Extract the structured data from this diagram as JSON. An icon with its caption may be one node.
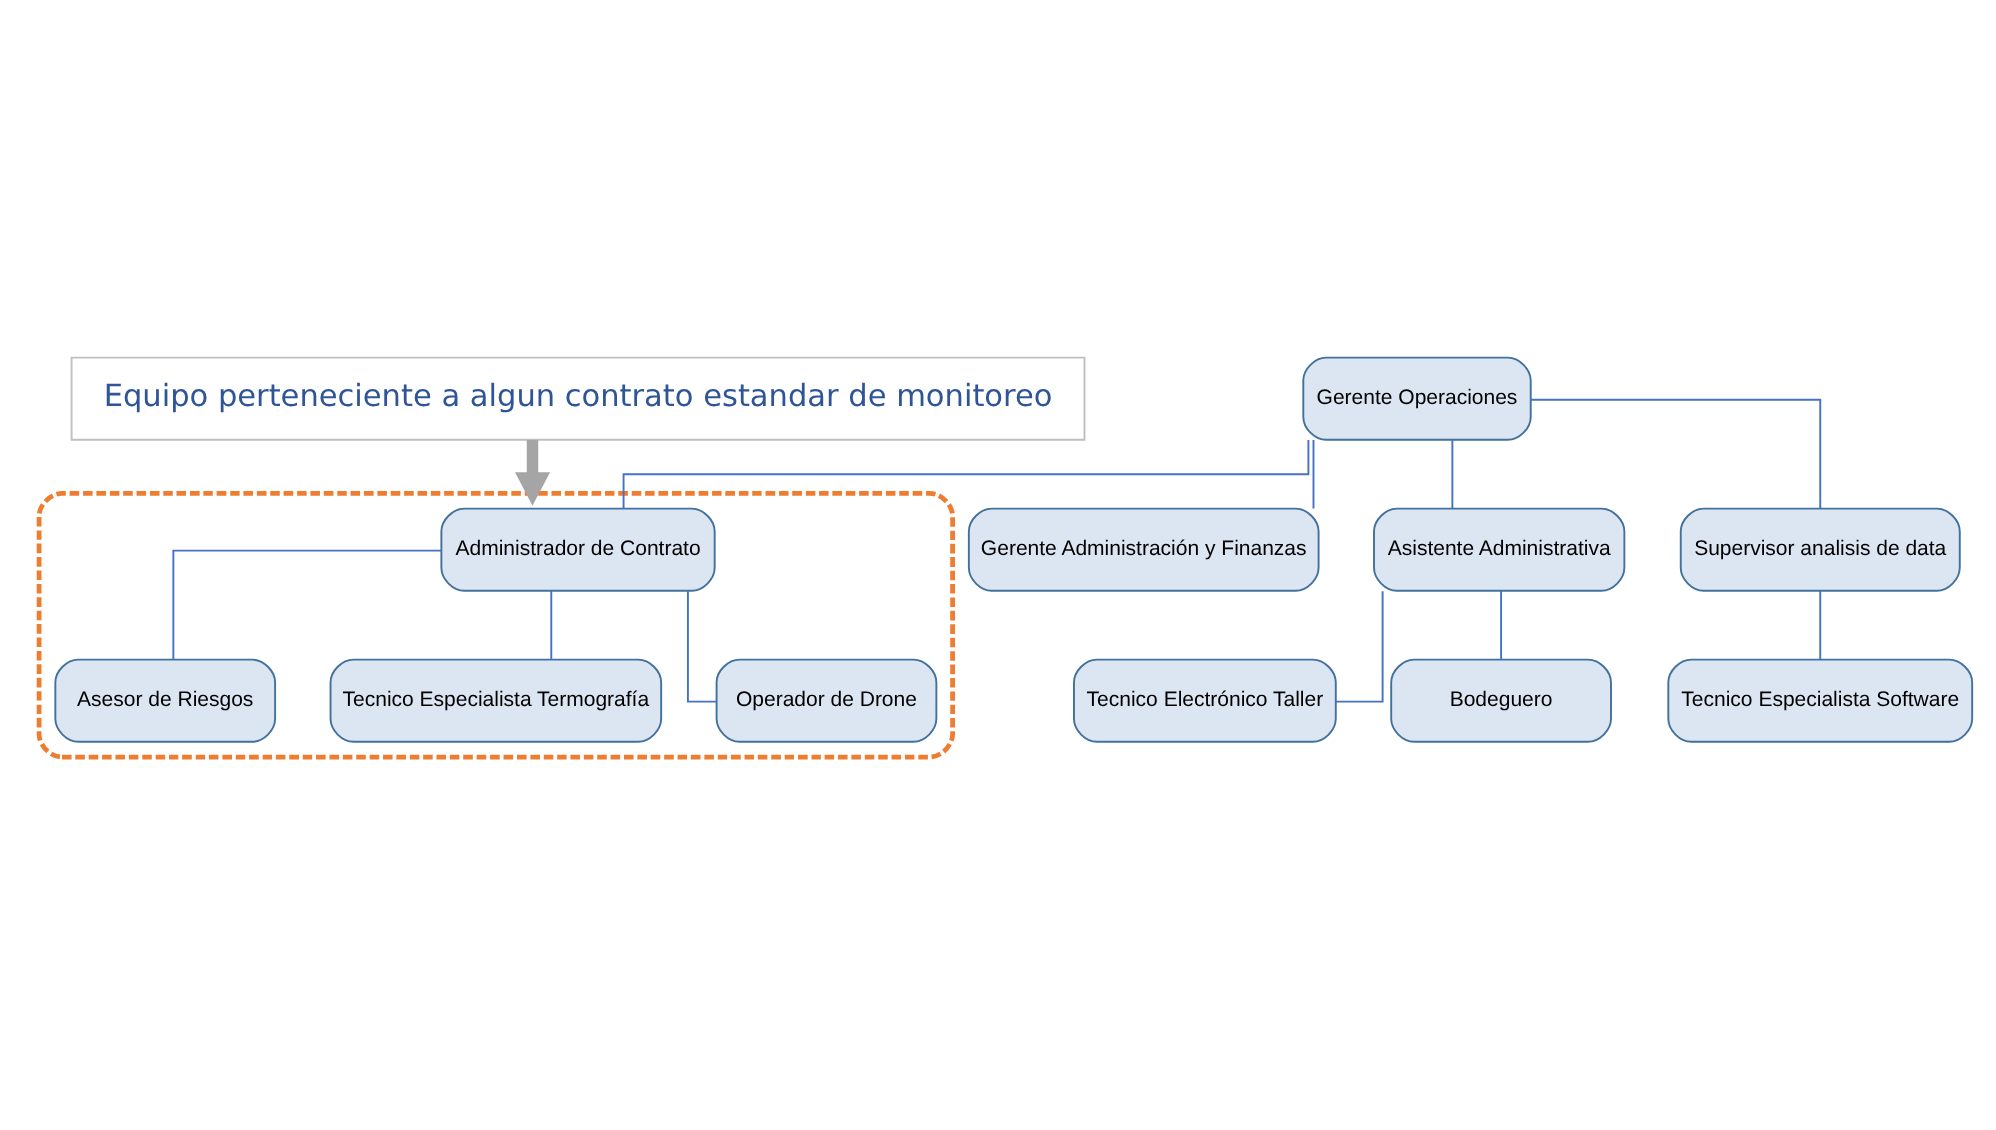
{
  "diagram": {
    "nodes": [
      {
        "text": [
          "Equipo perteneciente a algun contrato estandar de monitoreo"
        ]
      },
      {
        "text": [],
        "shape": "box"
      },
      {
        "text": [
          "Gerente Operaciones"
        ]
      },
      {
        "text": [
          "Gerente Administración y Finanzas"
        ]
      },
      {
        "text": [
          "Asistente Administrativa"
        ]
      },
      {
        "text": [
          "Administrador de Contrato"
        ],
        "in": 1
      },
      {
        "text": [
          "Supervisor analisis de data"
        ]
      },
      {
        "text": [
          "Asesor de Riesgos"
        ],
        "in": 1
      },
      {
        "text": [
          "Tecnico Especialista Termografía"
        ],
        "in": 1
      },
      {
        "text": [
          "Tecnico Especialista Software"
        ]
      },
      {
        "text": [
          "Tecnico Electrónico Taller"
        ]
      },
      {
        "text": [
          "Operador de Drone"
        ],
        "in": 1
      },
      {
        "text": [
          "Bodeguero"
        ]
      }
    ],
    "edges": [
      {
        "from": 0,
        "to": 1,
        "arrow": "to",
        "style": "thick",
        "color": "#a5a5a5"
      },
      {
        "from": 2,
        "to": 3,
        "arrow": "none"
      },
      {
        "from": 2,
        "to": 4,
        "arrow": "none"
      },
      {
        "from": 2,
        "to": 5,
        "arrow": "none"
      },
      {
        "from": 2,
        "to": 6,
        "arrow": "none"
      },
      {
        "from": 6,
        "to": 9,
        "arrow": "none"
      },
      {
        "from": 5,
        "to": 7,
        "arrow": "none"
      },
      {
        "from": 5,
        "to": 8,
        "arrow": "none"
      },
      {
        "from": 5,
        "to": 11,
        "arrow": "none"
      },
      {
        "from": 4,
        "to": 10,
        "arrow": "none"
      },
      {
        "from": 4,
        "to": 12,
        "arrow": "none"
      }
    ]
  }
}
